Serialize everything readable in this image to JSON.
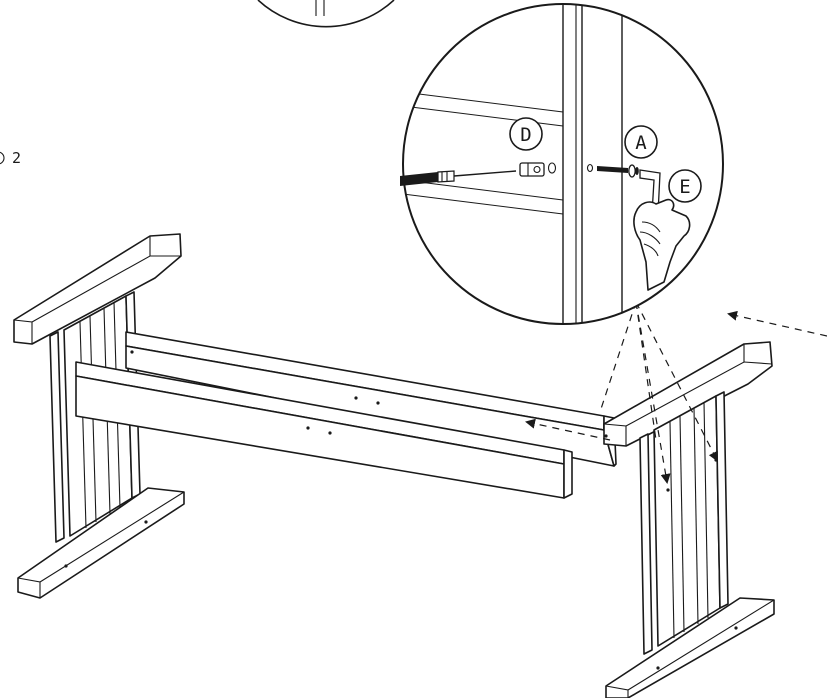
{
  "step_label": "2",
  "callouts": {
    "d": "D",
    "a": "A",
    "e": "E"
  },
  "icons": [
    "screwdriver-icon",
    "hex-key-icon",
    "hand-icon"
  ],
  "colors": {
    "line": "#1a1a1a",
    "background": "#ffffff"
  }
}
